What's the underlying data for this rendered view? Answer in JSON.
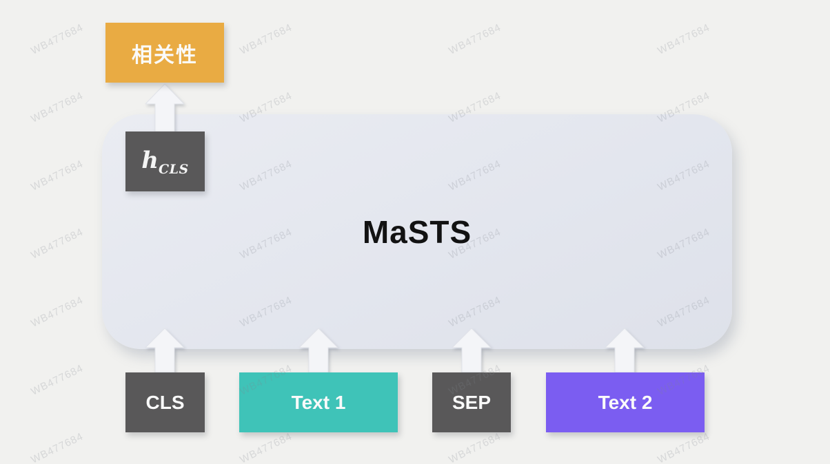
{
  "watermark": {
    "text": "WB477684"
  },
  "diagram": {
    "model": {
      "label": "MaSTS",
      "fill": "#e4e7ef"
    },
    "output": {
      "label": "相关性",
      "fill": "#e9ab43"
    },
    "hidden_state": {
      "symbol": "h",
      "subscript": "CLS",
      "fill": "#595859"
    },
    "inputs": [
      {
        "label": "CLS",
        "fill": "#595859"
      },
      {
        "label": "Text 1",
        "fill": "#3fc3b8"
      },
      {
        "label": "SEP",
        "fill": "#595859"
      },
      {
        "label": "Text 2",
        "fill": "#7b5df1"
      }
    ]
  }
}
